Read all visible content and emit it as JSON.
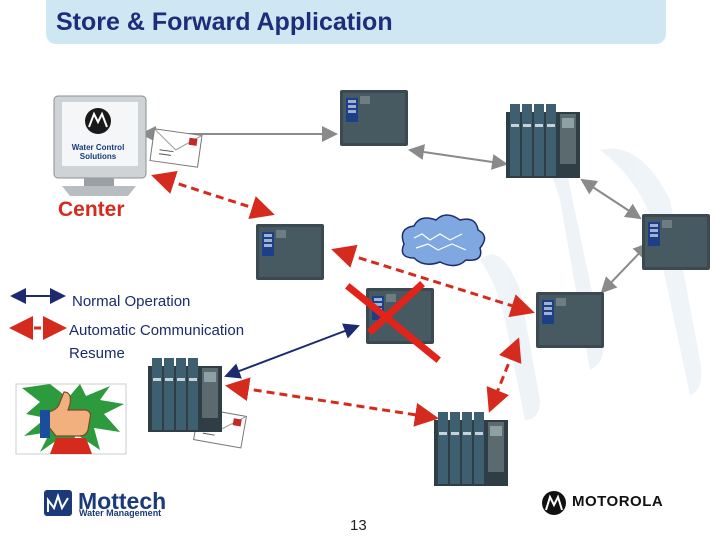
{
  "header": {
    "title": "Store & Forward Application"
  },
  "diagram": {
    "center_label": "Center",
    "page_number": "13"
  },
  "legend": {
    "normal_operation": "Normal Operation",
    "automatic_resume_line1": "Automatic Communication",
    "automatic_resume_line2": "Resume"
  },
  "logos": {
    "mottech_name": "Mottech",
    "mottech_tagline": "Water Management",
    "motorola_name": "MOTOROLA"
  },
  "colors": {
    "title_bar": "#cfe7f2",
    "title_text": "#1f2c7a",
    "center_label": "#d52b1e",
    "normal_line": "#1c2a6e",
    "auto_line": "#d52b1e",
    "gray_link": "#8a8a8a"
  },
  "icons": [
    "motorola-computer-icon",
    "envelope-icon",
    "rtu-unit-icon",
    "rtu-rack-icon",
    "radio-cloud-icon",
    "red-x-icon",
    "thumbs-up-icon"
  ]
}
